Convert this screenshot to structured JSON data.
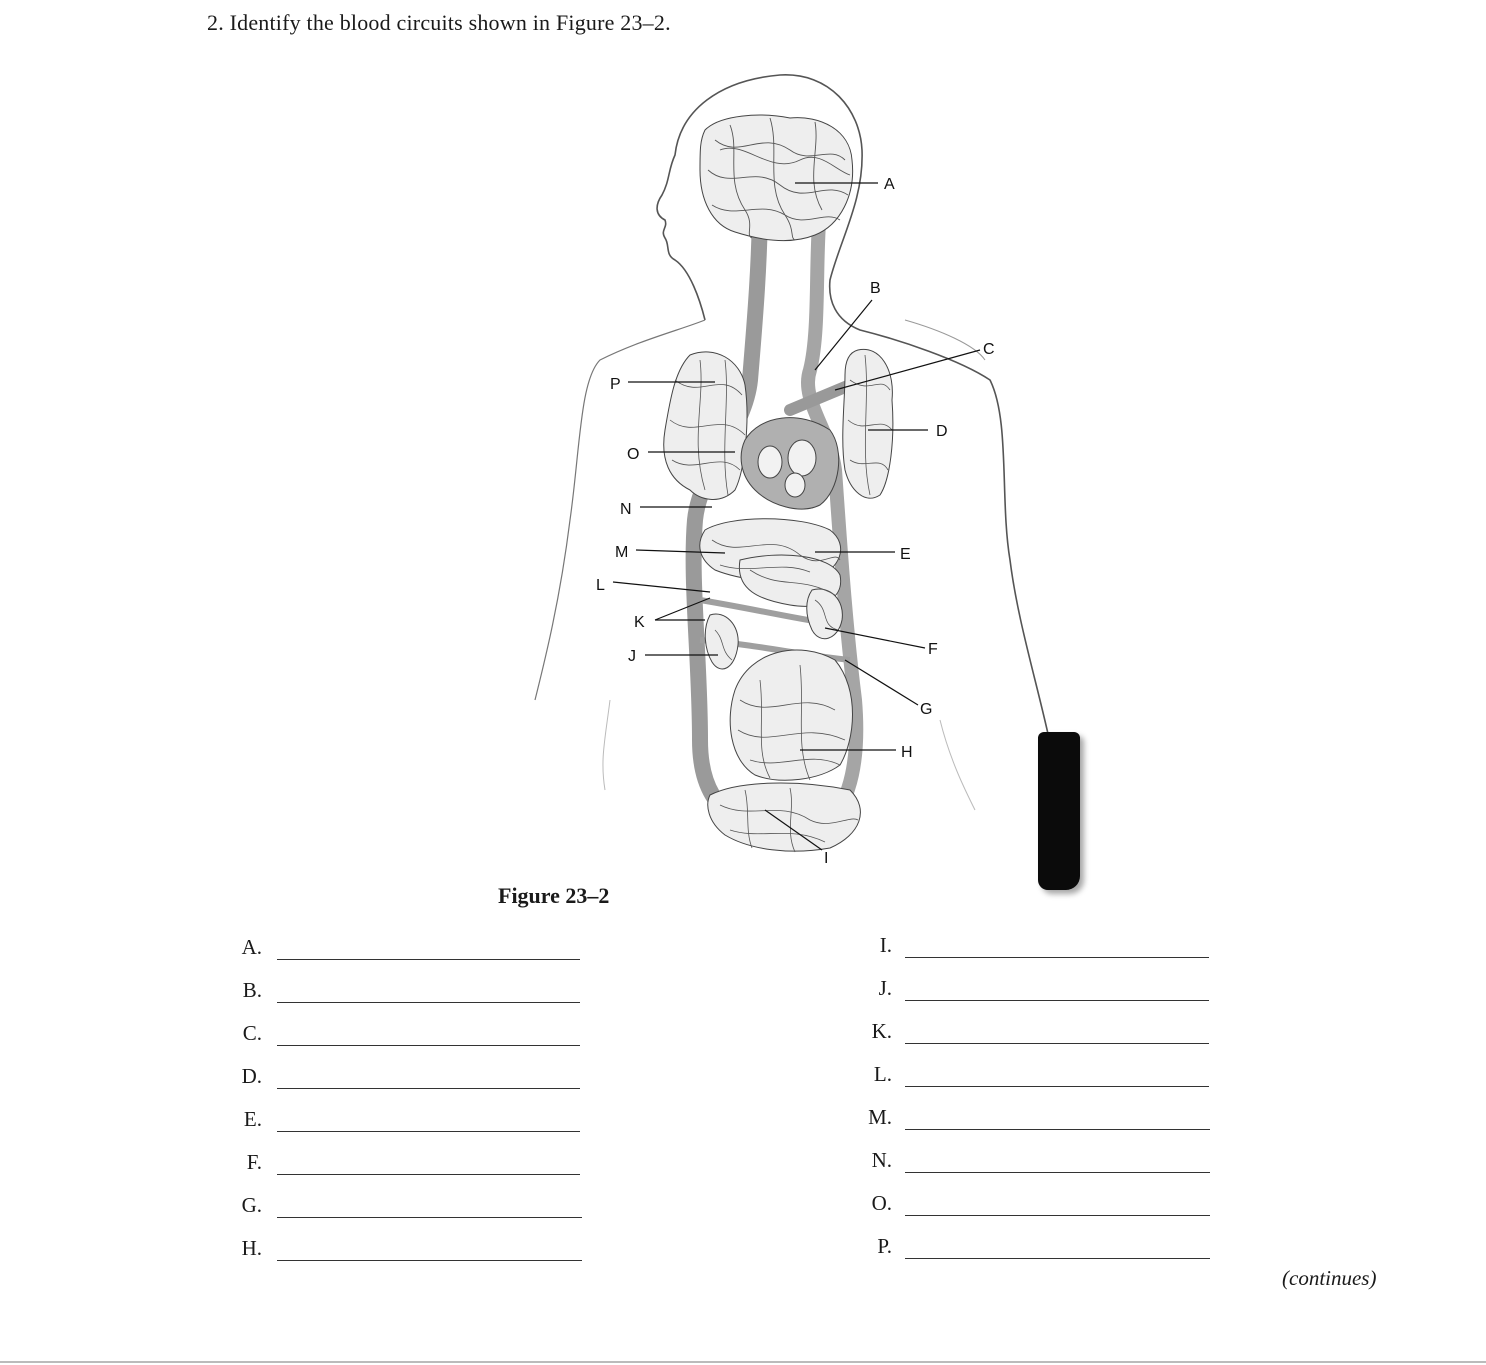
{
  "question": {
    "text": "2.  Identify the blood circuits shown in Figure 23–2."
  },
  "figure": {
    "caption": "Figure 23–2",
    "labels": {
      "A": "A",
      "B": "B",
      "C": "C",
      "D": "D",
      "E": "E",
      "F": "F",
      "G": "G",
      "H": "H",
      "I": "I",
      "J": "J",
      "K": "K",
      "L": "L",
      "M": "M",
      "N": "N",
      "O": "O",
      "P": "P"
    }
  },
  "answers": {
    "left": [
      "A.",
      "B.",
      "C.",
      "D.",
      "E.",
      "F.",
      "G.",
      "H."
    ],
    "right": [
      "I.",
      "J.",
      "K.",
      "L.",
      "M.",
      "N.",
      "O.",
      "P."
    ]
  },
  "footer": {
    "continues": "(continues)"
  }
}
